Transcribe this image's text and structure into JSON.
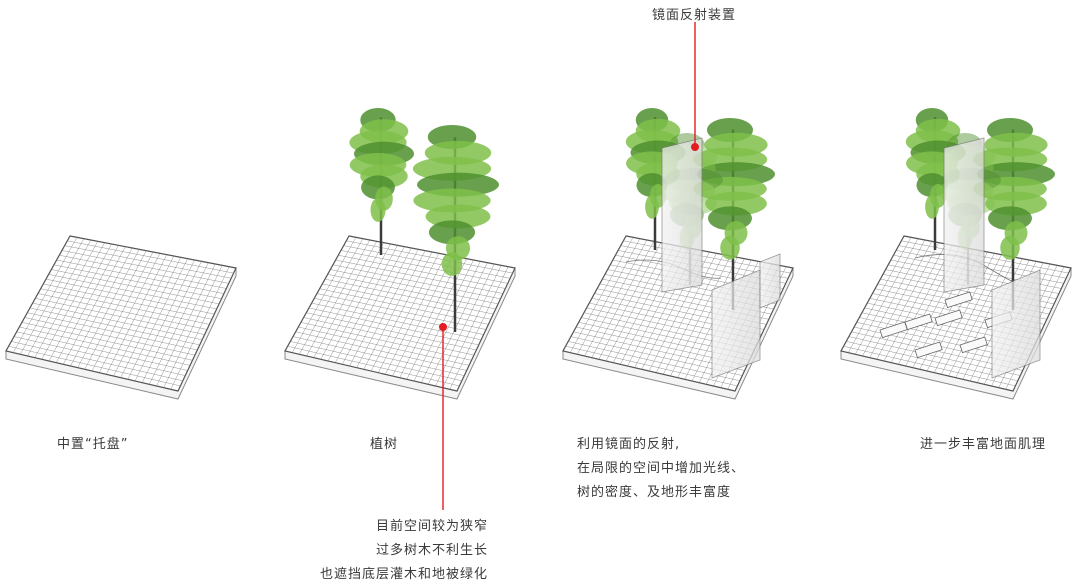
{
  "panels": [
    {
      "caption": [
        "中置“托盘”"
      ]
    },
    {
      "caption": [
        "植树"
      ]
    },
    {
      "caption": [
        "利用镜面的反射,",
        "在局限的空间中增加光线、",
        "树的密度、及地形丰富度"
      ]
    },
    {
      "caption": [
        "进一步丰富地面肌理"
      ]
    }
  ],
  "callouts": {
    "mirror": "镜面反射装置",
    "note": [
      "目前空间较为狭窄",
      "过多树木不利生长",
      "也遮挡底层灌木和地被绿化"
    ]
  },
  "colors": {
    "callout_red": "#e31c23",
    "grid": "#6f6f6f",
    "tree": "#7fbf4a",
    "tree_dark": "#4f8f2e",
    "text": "#3a3a3a"
  }
}
